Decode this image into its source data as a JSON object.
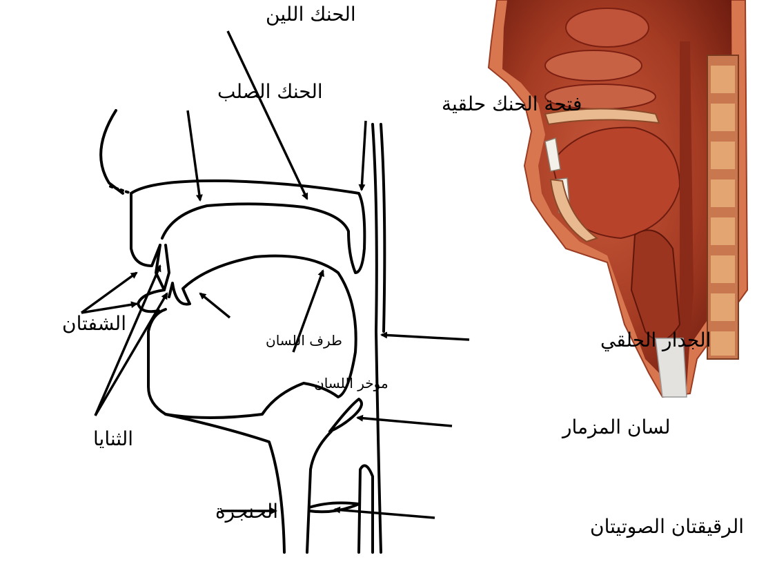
{
  "labels": {
    "soft_palate": "الحنك اللين",
    "hard_palate": "الحنك الصلب",
    "pharyngeal_opening": "فتحة الحنك حلقية",
    "lips": "الشفتان",
    "tongue_tip": "طرف اللسان",
    "tongue_back": "مؤخر اللسان",
    "pharyngeal_wall": "الجدار  الحلقي",
    "incisors": "الثنايا",
    "epiglottis": "لسان المزمار",
    "larynx": "الحنجرة",
    "vocal_cords": "الرقيقتان الصوتيتان"
  },
  "colors": {
    "outline": "#000000",
    "tissue_red": "#b8432b",
    "tissue_dark": "#7a1f12",
    "bone": "#e9b98f",
    "skin": "#d7764f"
  }
}
